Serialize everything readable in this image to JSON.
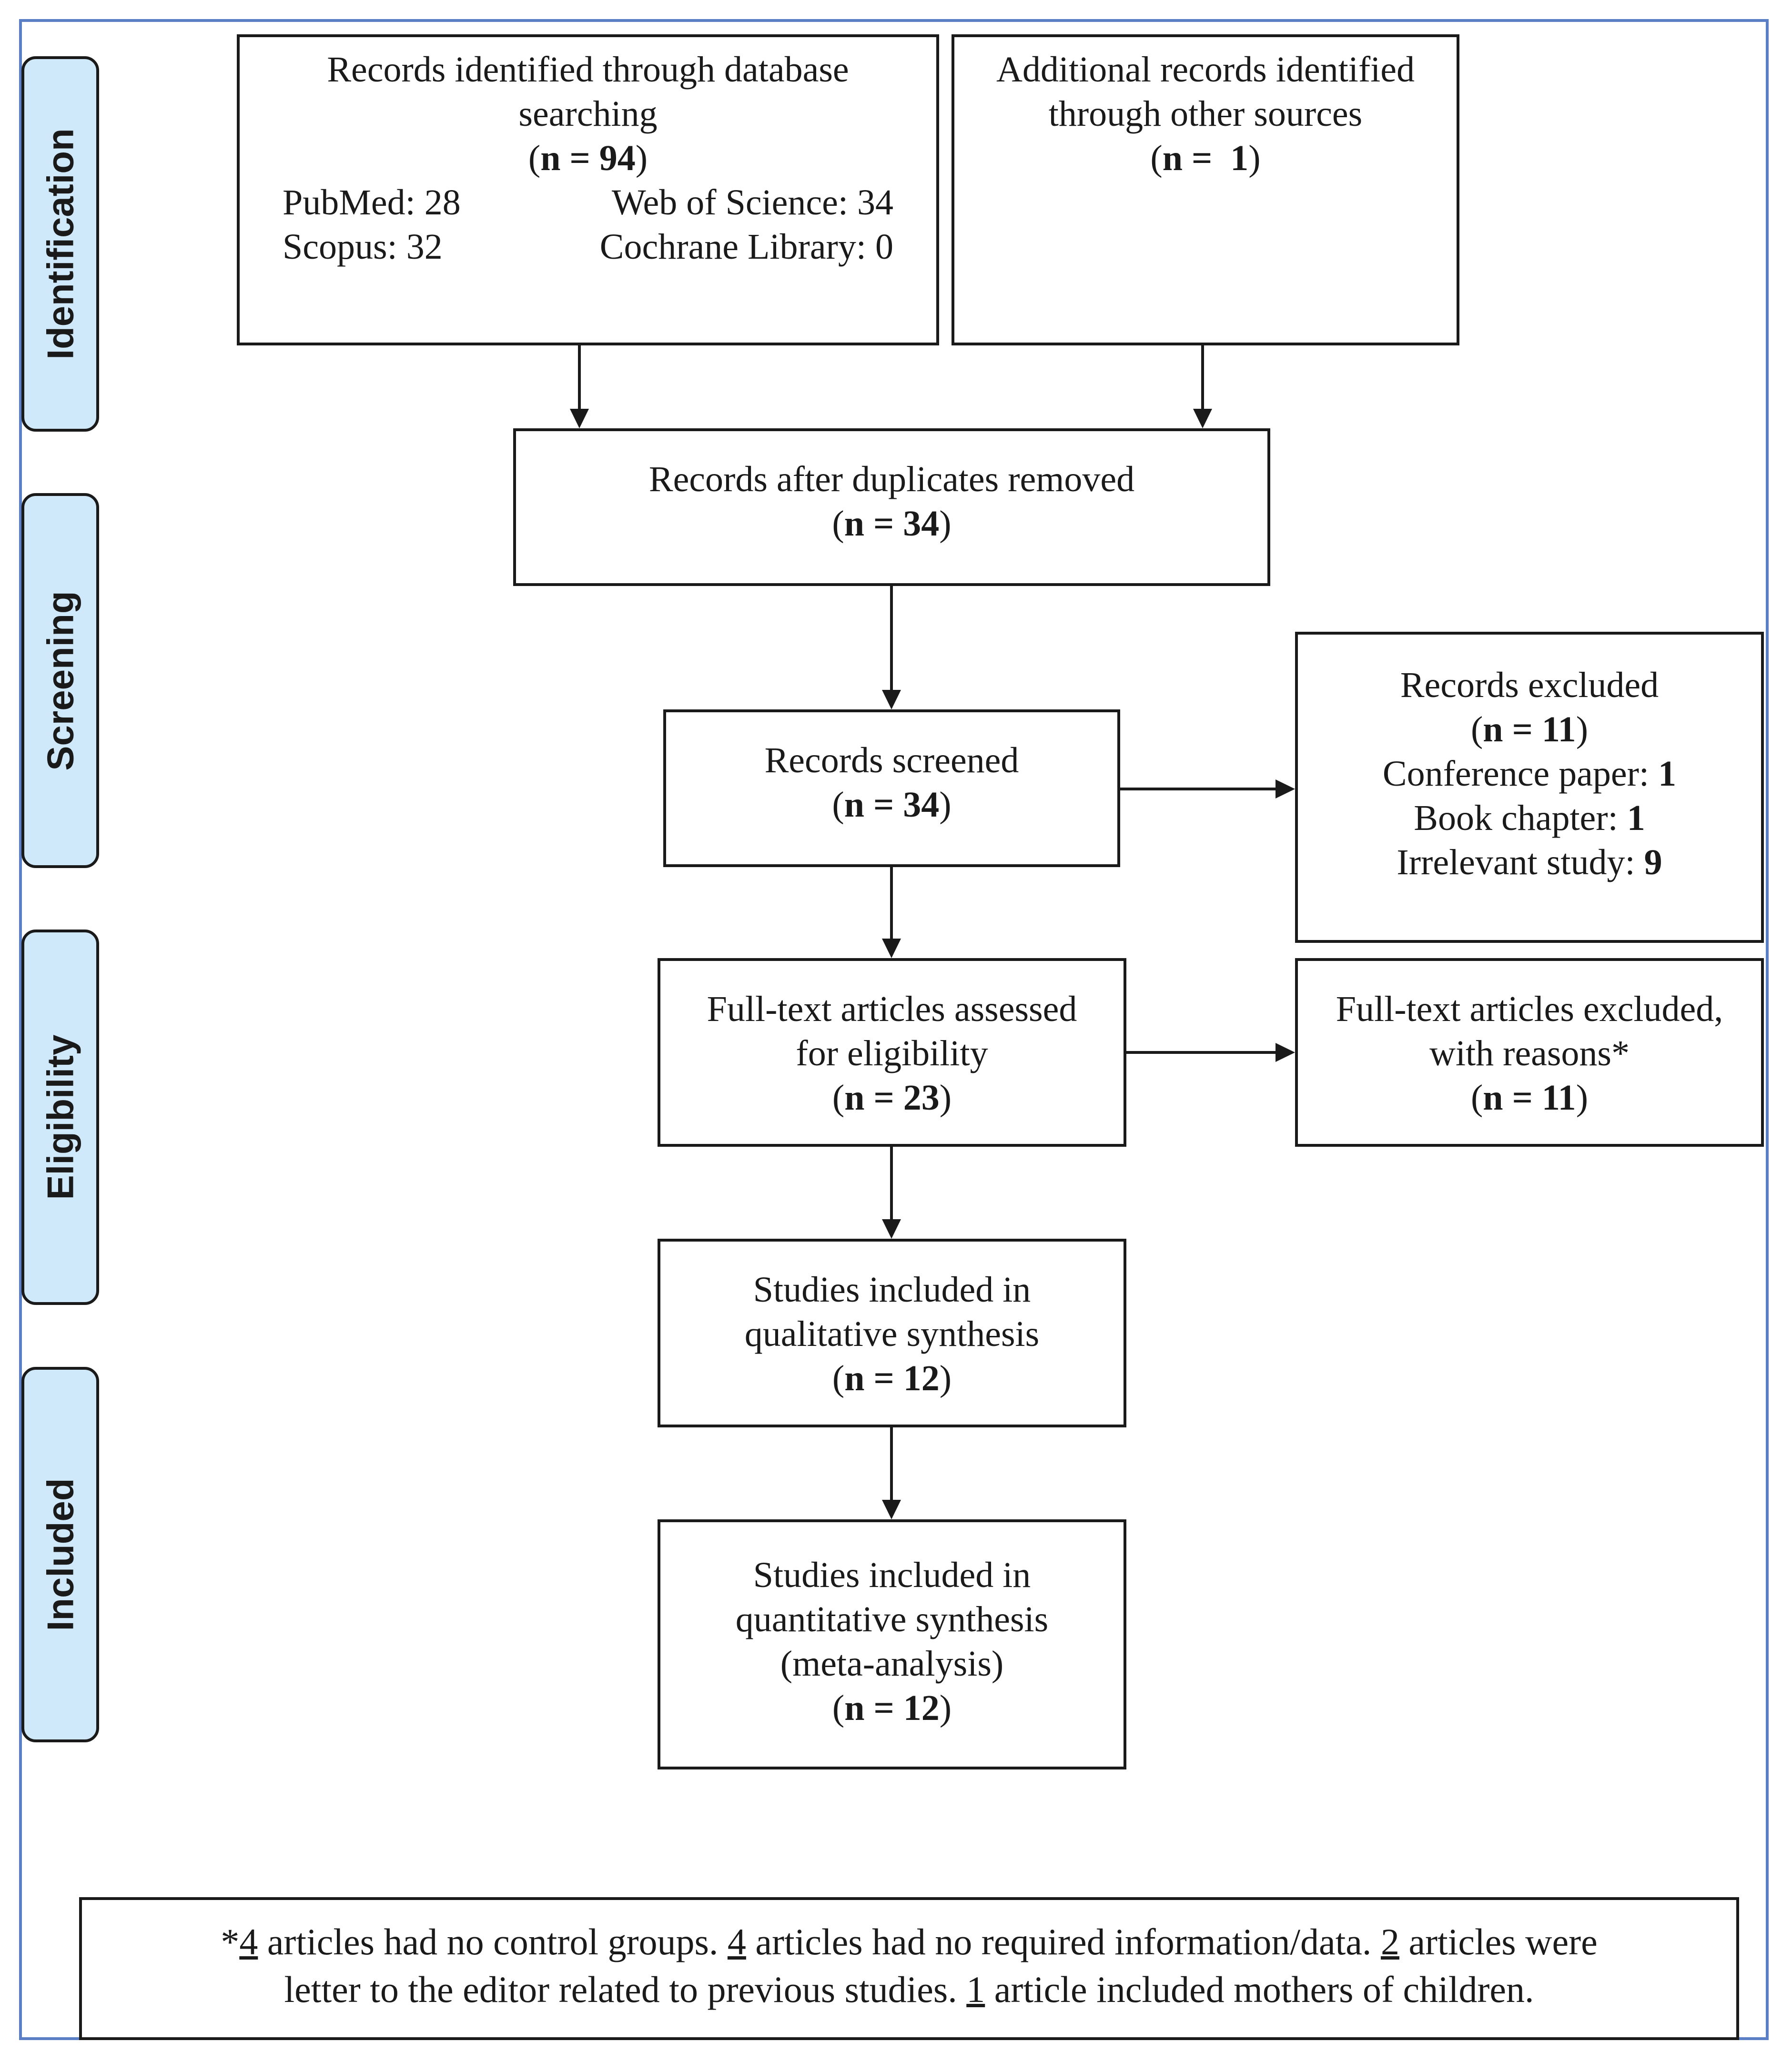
{
  "stages": [
    "Identification",
    "Screening",
    "Eligibility",
    "Included"
  ],
  "db_search": {
    "title_line1": "Records identified through database",
    "title_line2": "searching",
    "n": "94",
    "sources": [
      {
        "name": "PubMed",
        "count": "28"
      },
      {
        "name": "Web of Science",
        "count": "34"
      },
      {
        "name": "Scopus",
        "count": "32"
      },
      {
        "name": "Cochrane Library",
        "count": "0"
      }
    ]
  },
  "additional": {
    "title_line1": "Additional records identified",
    "title_line2": "through other sources",
    "n": "1"
  },
  "duplicates": {
    "title": "Records after duplicates removed",
    "n": "34"
  },
  "screened": {
    "title": "Records screened",
    "n": "34"
  },
  "excluded": {
    "title": "Records excluded",
    "n": "11",
    "reasons": [
      {
        "label": "Conference paper:",
        "count": "1"
      },
      {
        "label": "Book chapter:",
        "count": "1"
      },
      {
        "label": "Irrelevant study:",
        "count": "9"
      }
    ]
  },
  "fulltext": {
    "title_line1": "Full-text articles assessed",
    "title_line2": "for eligibility",
    "n": "23"
  },
  "fulltext_excluded": {
    "title_line1": "Full-text articles excluded,",
    "title_line2": "with reasons*",
    "n": "11"
  },
  "qualitative": {
    "title_line1": "Studies included in",
    "title_line2": "qualitative synthesis",
    "n": "12"
  },
  "quantitative": {
    "title_line1": "Studies included in",
    "title_line2": "quantitative synthesis",
    "title_line3": "(meta-analysis)",
    "n": "12"
  },
  "footnote": {
    "star": "*",
    "n1": "4",
    "t1": " articles had no control groups. ",
    "n2": "4",
    "t2": " articles had no required information/data. ",
    "n3": "2",
    "t3": " articles were",
    "t4": "letter to the editor related to previous studies. ",
    "n4": "1",
    "t5": " article included mothers of children."
  }
}
